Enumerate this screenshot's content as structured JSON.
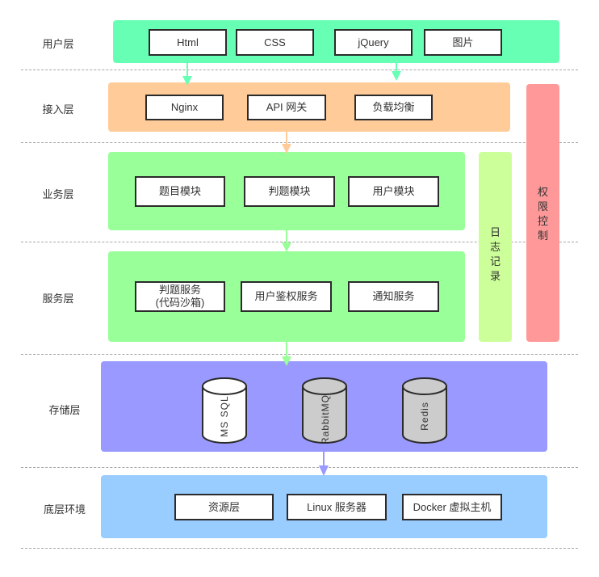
{
  "layers": [
    {
      "id": "user",
      "label": "用户层",
      "color": "#66FFB3",
      "items": [
        "Html",
        "CSS",
        "jQuery",
        "图片"
      ]
    },
    {
      "id": "access",
      "label": "接入层",
      "color": "#FFCC99",
      "items": [
        "Nginx",
        "API 网关",
        "负载均衡"
      ]
    },
    {
      "id": "business",
      "label": "业务层",
      "color": "#99FF99",
      "items": [
        "题目模块",
        "判题模块",
        "用户模块"
      ]
    },
    {
      "id": "service",
      "label": "服务层",
      "color": "#99FF99",
      "items": [
        "判题服务\n(代码沙箱)",
        "用户鉴权服务",
        "通知服务"
      ]
    },
    {
      "id": "storage",
      "label": "存储层",
      "color": "#9999FF",
      "items": [
        "MS SQL",
        "RabbitMQ",
        "Redis"
      ]
    },
    {
      "id": "infra",
      "label": "底层环境",
      "color": "#99CCFF",
      "items": [
        "资源层",
        "Linux 服务器",
        "Docker 虚拟主机"
      ]
    }
  ],
  "side_panels": {
    "logging": {
      "label": "日志记录",
      "chars": [
        "日",
        "志",
        "记",
        "录"
      ],
      "color": "#CCFF99"
    },
    "permission": {
      "label": "权限控制",
      "chars": [
        "权",
        "限",
        "控",
        "制"
      ],
      "color": "#FF9999"
    }
  },
  "storage_cylinders": [
    {
      "label": "MS SQL",
      "fill": "#FFFFFF"
    },
    {
      "label": "RabbitMQ",
      "fill": "#CCCCCC"
    },
    {
      "label": "Redis",
      "fill": "#CCCCCC"
    }
  ],
  "arrow_colors": {
    "user": "#66FFB3",
    "access": "#FFCC99",
    "service": "#99FF99",
    "storage": "#9999FF"
  }
}
